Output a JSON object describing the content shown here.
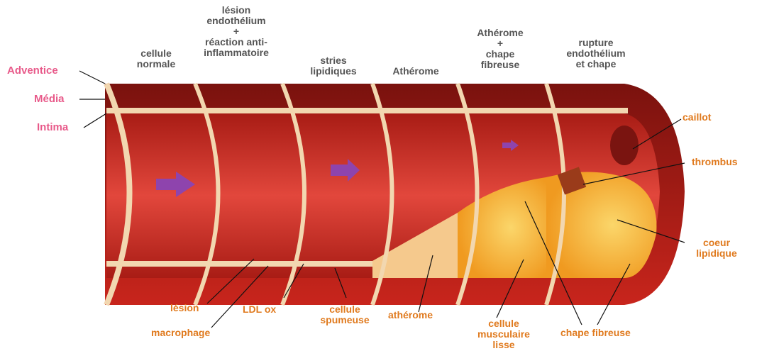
{
  "stages": [
    {
      "title": "cellule\nnormale"
    },
    {
      "title": "lésion\nendothélium\n+\nréaction anti-\ninflammatoire"
    },
    {
      "title": "stries\nlipidiques"
    },
    {
      "title": "Athérome"
    },
    {
      "title": "Athérome\n+\nchape\nfibreuse"
    },
    {
      "title": "rupture\nendothélium\net chape"
    }
  ],
  "layers": [
    {
      "label": "Adventice"
    },
    {
      "label": "Média"
    },
    {
      "label": "Intima"
    }
  ],
  "callouts": [
    {
      "label": "lésion"
    },
    {
      "label": "macrophage"
    },
    {
      "label": "LDL ox"
    },
    {
      "label": "cellule\nspumeuse"
    },
    {
      "label": "athérome"
    },
    {
      "label": "cellule\nmusculaire\nlisse"
    },
    {
      "label": "chape fibreuse"
    },
    {
      "label": "caillot"
    },
    {
      "label": "thrombus"
    },
    {
      "label": "coeur\nlipidique"
    }
  ],
  "colors": {
    "wall_dark": "#8e1712",
    "wall": "#c8251c",
    "wall_light": "#e2473c",
    "intima": "#f2d7b0",
    "plaque": "#f3a92f",
    "plaque_light": "#f8c95a",
    "arrow": "#8e44ad",
    "stage_text": "#555555",
    "layer_text": "#e85a8a",
    "callout_text": "#e07a1e"
  }
}
